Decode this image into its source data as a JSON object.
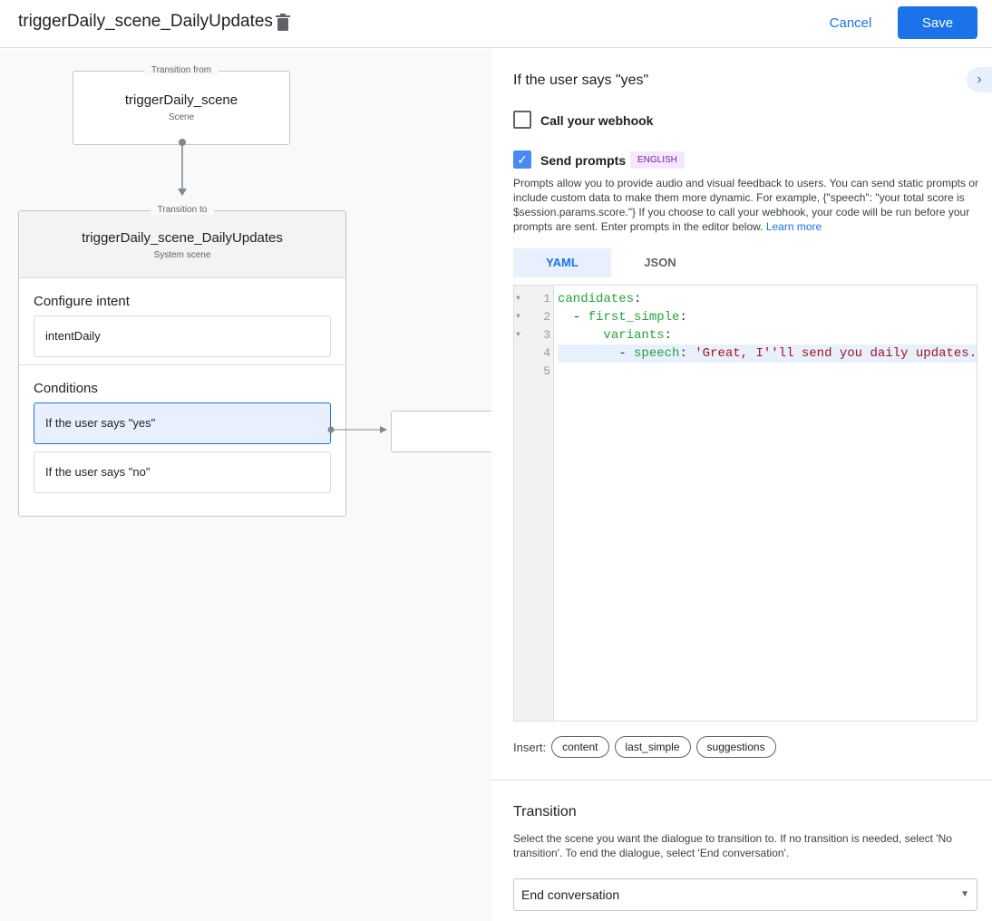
{
  "header": {
    "title": "triggerDaily_scene_DailyUpdates",
    "cancel": "Cancel",
    "save": "Save"
  },
  "canvas": {
    "from": {
      "legend": "Transition from",
      "name": "triggerDaily_scene",
      "type": "Scene"
    },
    "to": {
      "legend": "Transition to",
      "name": "triggerDaily_scene_DailyUpdates",
      "type": "System scene",
      "intent_heading": "Configure intent",
      "intent": "intentDaily",
      "conditions_heading": "Conditions",
      "conditions": [
        "If the user says \"yes\"",
        "If the user says \"no\""
      ]
    }
  },
  "panel": {
    "heading": "If the user says \"yes\"",
    "webhook": {
      "label": "Call your webhook",
      "checked": false
    },
    "prompts": {
      "label": "Send prompts",
      "checked": true,
      "badge": "ENGLISH",
      "description": "Prompts allow you to provide audio and visual feedback to users. You can send static prompts or include custom data to make them more dynamic. For example, {\"speech\": \"your total score is $session.params.score.\"} If you choose to call your webhook, your code will be run before your prompts are sent. Enter prompts in the editor below.",
      "learn_more": "Learn more"
    },
    "tabs": [
      "YAML",
      "JSON"
    ],
    "active_tab": "YAML",
    "editor": {
      "lines": [
        "1",
        "2",
        "3",
        "4",
        "5"
      ],
      "l1": "candidates",
      "l2": "first_simple",
      "l3": "variants",
      "l4k": "speech",
      "l4v": "'Great, I''ll send you daily updates."
    },
    "insert": {
      "label": "Insert:",
      "chips": [
        "content",
        "last_simple",
        "suggestions"
      ]
    },
    "transition": {
      "heading": "Transition",
      "description": "Select the scene you want the dialogue to transition to. If no transition is needed, select 'No transition'. To end the dialogue, select 'End conversation'.",
      "selected": "End conversation"
    }
  },
  "colors": {
    "accent": "#1a73e8",
    "badge": "#7b1fa2"
  }
}
